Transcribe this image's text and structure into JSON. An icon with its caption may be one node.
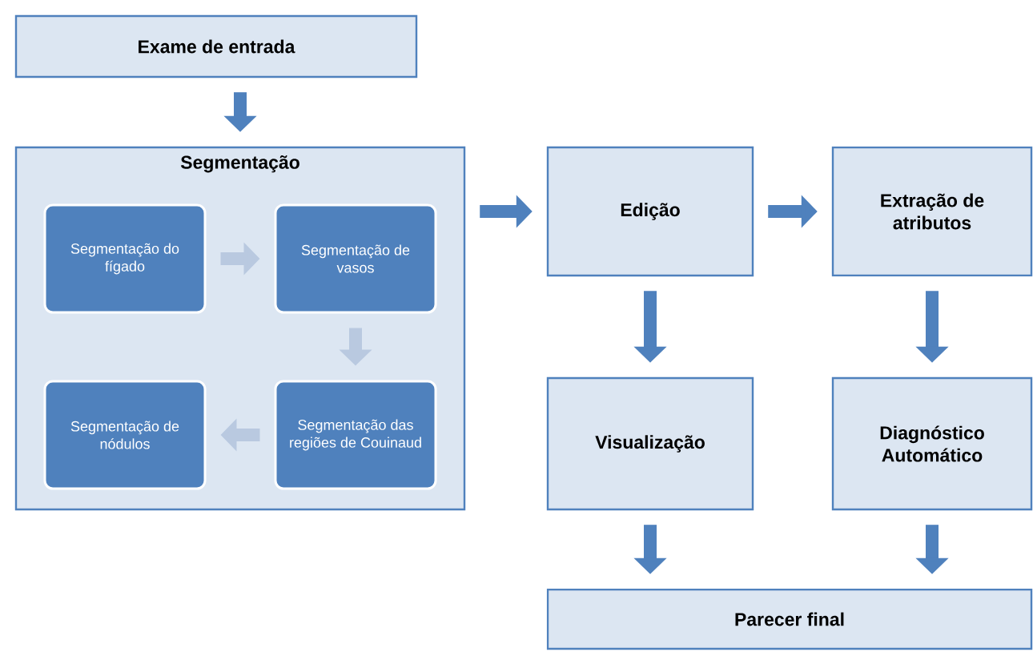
{
  "diagram": {
    "nodes": [
      {
        "text": [
          "Exame de entrada"
        ]
      },
      {
        "text": [
          "Segmentação"
        ]
      },
      {
        "text": [
          "Segmentação do fígado"
        ],
        "in": 1
      },
      {
        "text": [
          "Segmentação de vasos"
        ],
        "in": 1
      },
      {
        "text": [
          "Segmentação das regiões de Couinaud"
        ],
        "in": 1
      },
      {
        "text": [
          "Segmentação de nódulos"
        ],
        "in": 1
      },
      {
        "text": [
          "Edição"
        ]
      },
      {
        "text": [
          "Extração de atributos"
        ]
      },
      {
        "text": [
          "Visualização"
        ]
      },
      {
        "text": [
          "Diagnóstico Automático"
        ]
      },
      {
        "text": [
          "Parecer final"
        ]
      }
    ],
    "edges": [
      {
        "from": 0,
        "to": 1,
        "arrow": "to"
      },
      {
        "from": 2,
        "to": 3,
        "arrow": "to",
        "color": "#b9c9e0"
      },
      {
        "from": 3,
        "to": 4,
        "arrow": "to",
        "color": "#b9c9e0"
      },
      {
        "from": 4,
        "to": 5,
        "arrow": "to",
        "color": "#b9c9e0"
      },
      {
        "from": 1,
        "to": 6,
        "arrow": "to"
      },
      {
        "from": 6,
        "to": 7,
        "arrow": "to"
      },
      {
        "from": 6,
        "to": 8,
        "arrow": "to"
      },
      {
        "from": 7,
        "to": 9,
        "arrow": "to"
      },
      {
        "from": 8,
        "to": 10,
        "arrow": "to"
      },
      {
        "from": 9,
        "to": 10,
        "arrow": "to"
      }
    ]
  }
}
